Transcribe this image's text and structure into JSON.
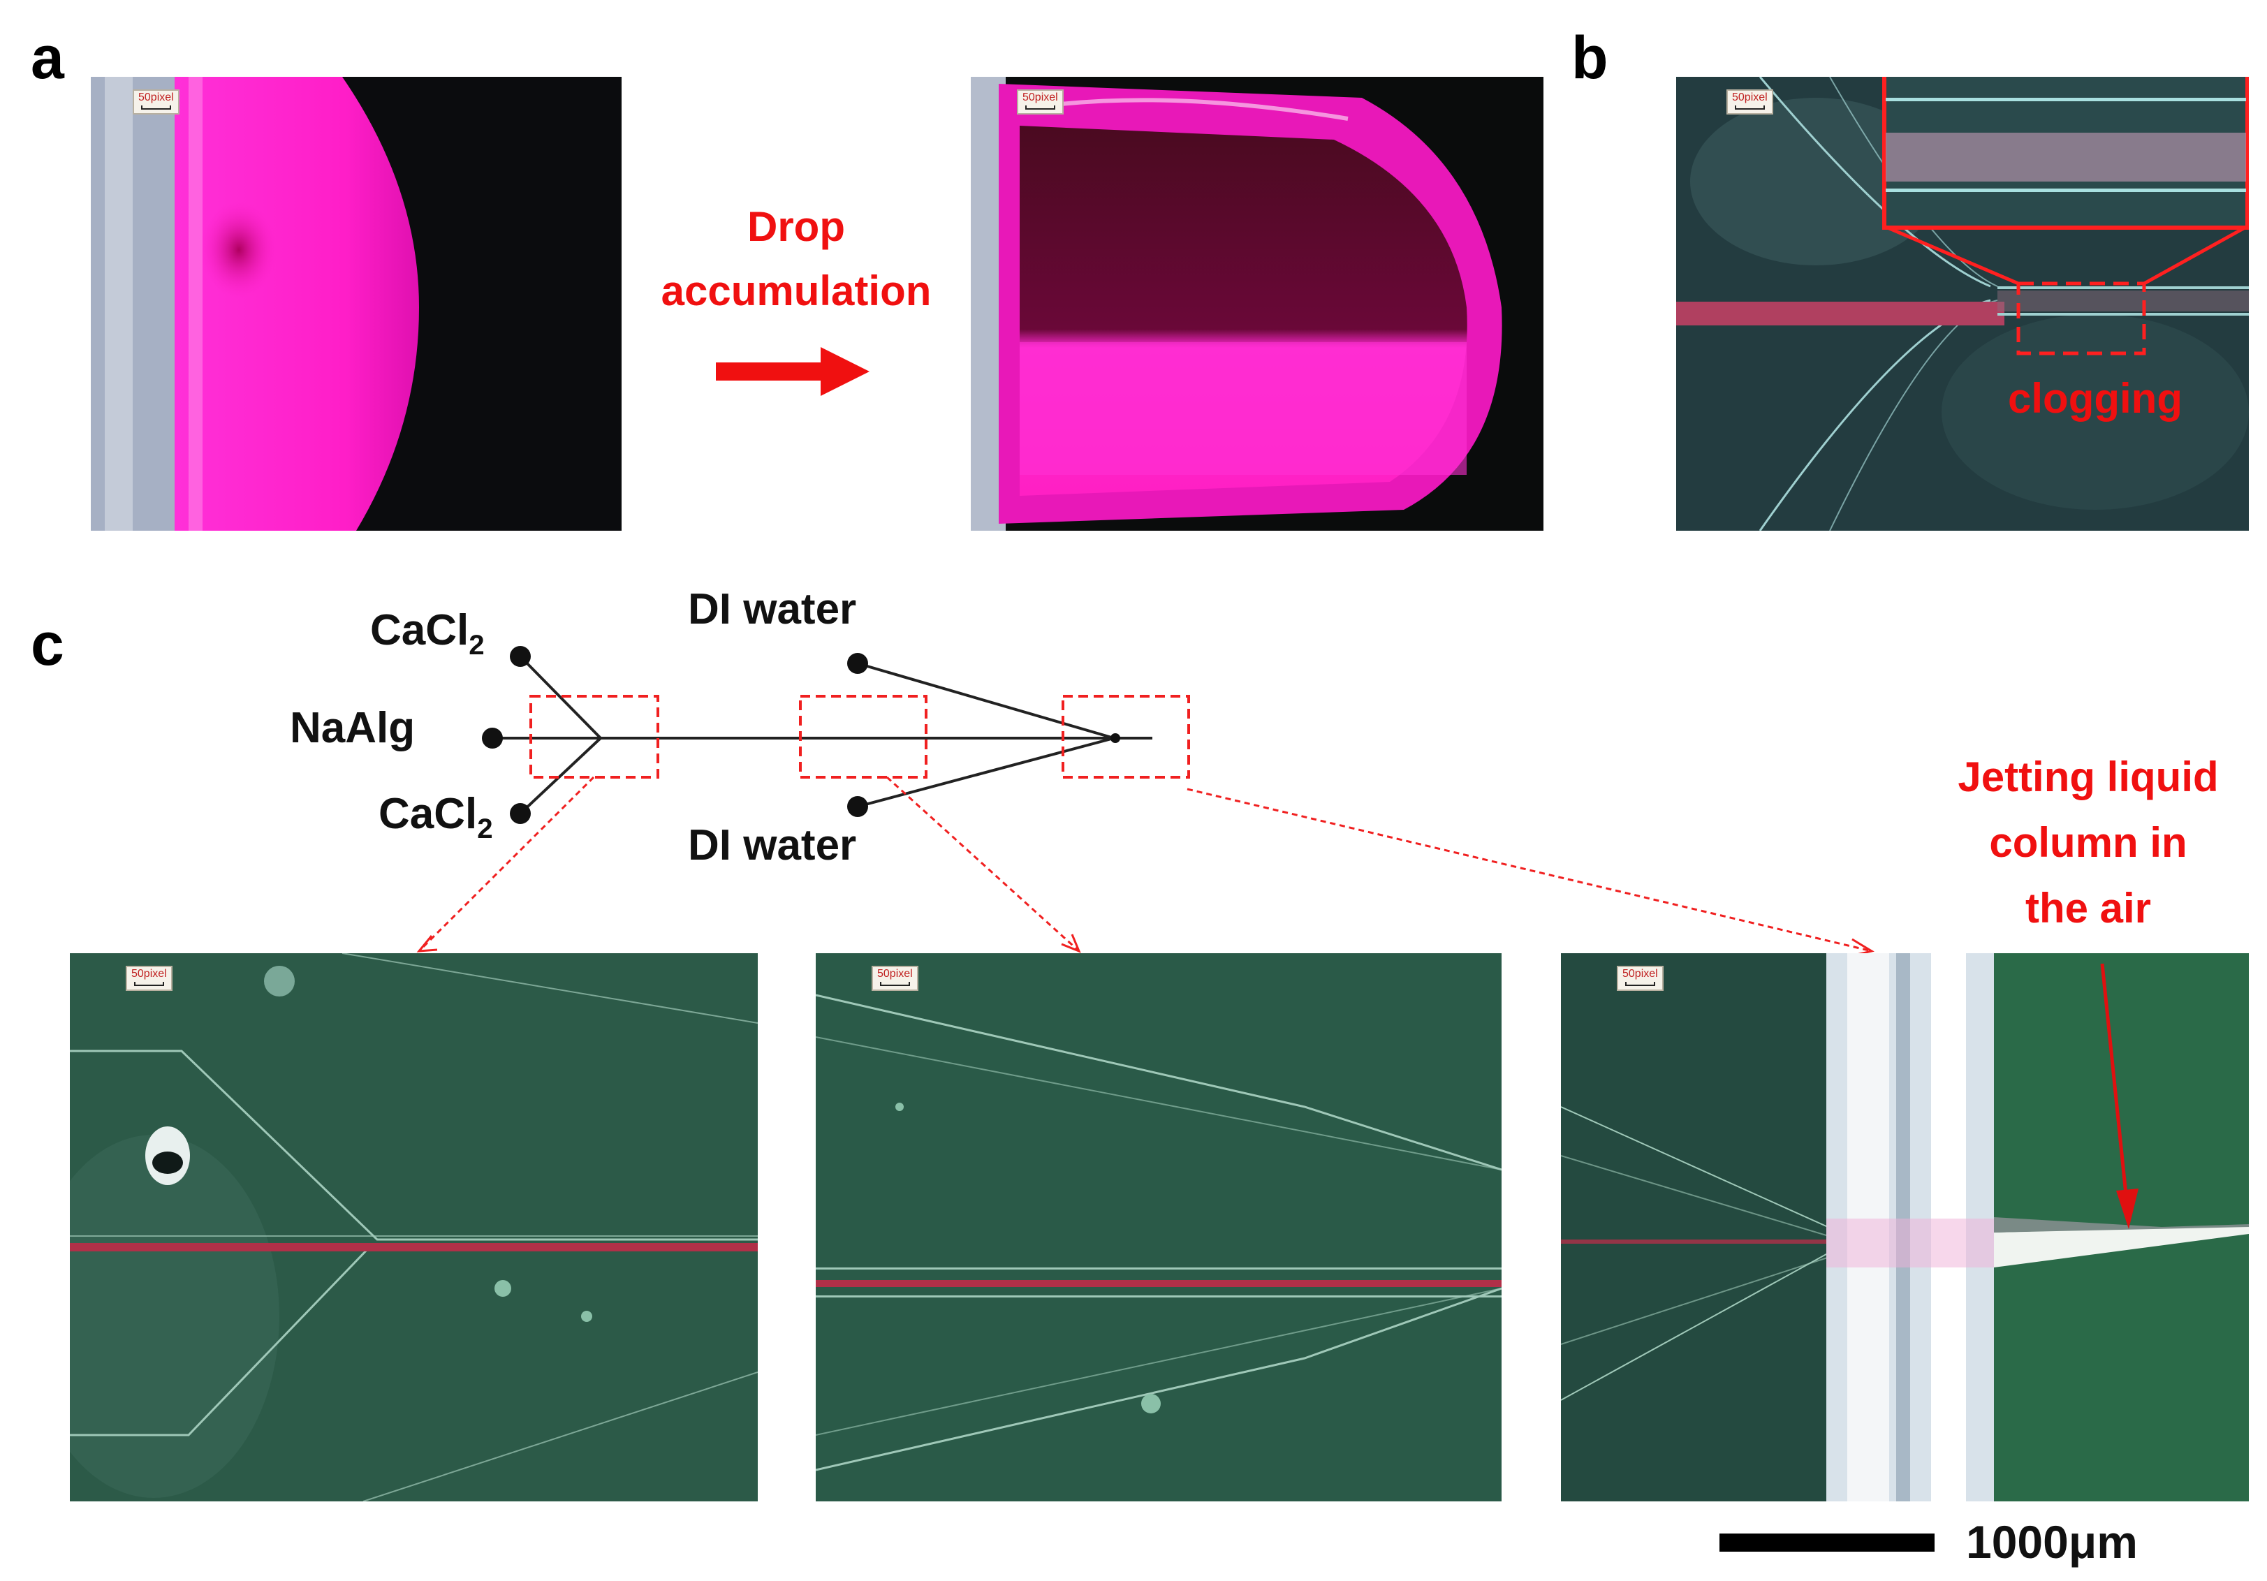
{
  "panels": {
    "a": "a",
    "b": "b",
    "c": "c"
  },
  "scale_tag": "50pixel",
  "panel_a": {
    "arrow_label_line1": "Drop",
    "arrow_label_line2": "accumulation"
  },
  "panel_b": {
    "annotation": "clogging"
  },
  "panel_c": {
    "schematic": {
      "inlet_top_left": "CaCl",
      "inlet_top_left_sub": "2",
      "inlet_middle": "NaAlg",
      "inlet_bottom_left": "CaCl",
      "inlet_bottom_left_sub": "2",
      "inlet_top_right": "DI water",
      "inlet_bottom_right": "DI water"
    },
    "jet_label_line1": "Jetting liquid",
    "jet_label_line2": "column in",
    "jet_label_line3": "the air"
  },
  "scale_bar": {
    "label": "1000μm"
  },
  "colors": {
    "annotation_red": "#f01010",
    "droplet_magenta": "#ff1ecf",
    "channel_green": "#2c5a48",
    "micrograph_teal": "#2a4a4a"
  }
}
